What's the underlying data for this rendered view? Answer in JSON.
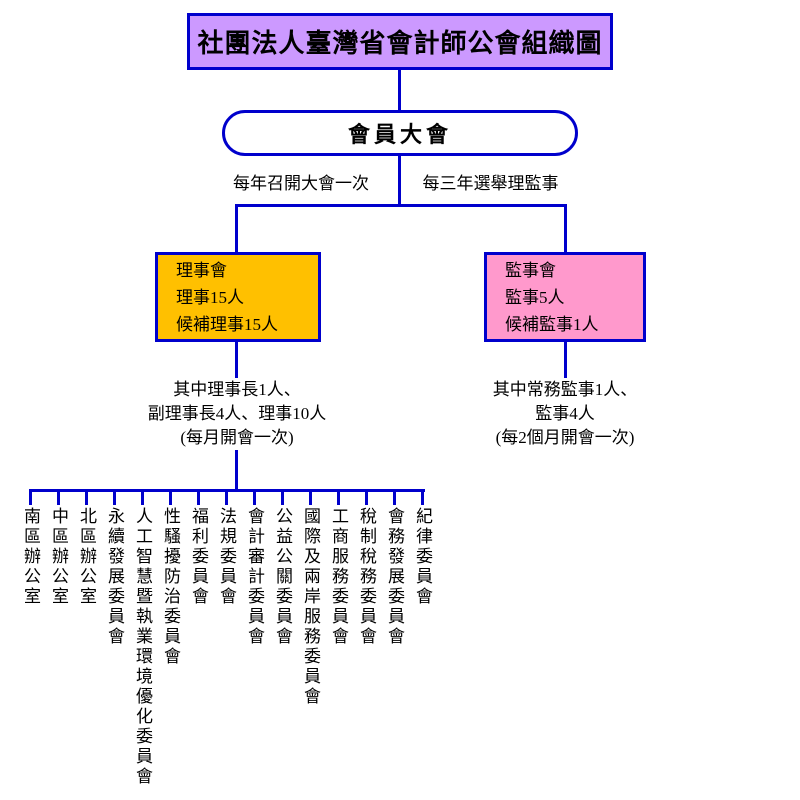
{
  "title": "社團法人臺灣省會計師公會組織圖",
  "assembly": {
    "label": "會員大會"
  },
  "branch_labels": {
    "left": "每年召開大會一次",
    "right": "每三年選舉理監事"
  },
  "directors": {
    "lines": [
      "理事會",
      "理事15人",
      "候補理事15人"
    ],
    "note_lines": [
      "其中理事長1人、",
      "副理事長4人、理事10人",
      "(每月開會一次)"
    ]
  },
  "supervisors": {
    "lines": [
      "監事會",
      "監事5人",
      "候補監事1人"
    ],
    "note_lines": [
      "其中常務監事1人、",
      "監事4人",
      "(每2個月開會一次)"
    ]
  },
  "committees": [
    "南區辦公室",
    "中區辦公室",
    "北區辦公室",
    "永續發展委員會",
    "人工智慧暨執業環境優化委員會",
    "性騷擾防治委員會",
    "福利委員會",
    "法規委員會",
    "會計審計委員會",
    "公益公關委員會",
    "國際及兩岸服務委員會",
    "工商服務委員會",
    "稅制稅務委員會",
    "會務發展委員會",
    "紀律委員會"
  ],
  "colors": {
    "line": "#0000cc",
    "title_bg": "#cc99ff",
    "directors_bg": "#ffc000",
    "supervisors_bg": "#ff99cc"
  }
}
